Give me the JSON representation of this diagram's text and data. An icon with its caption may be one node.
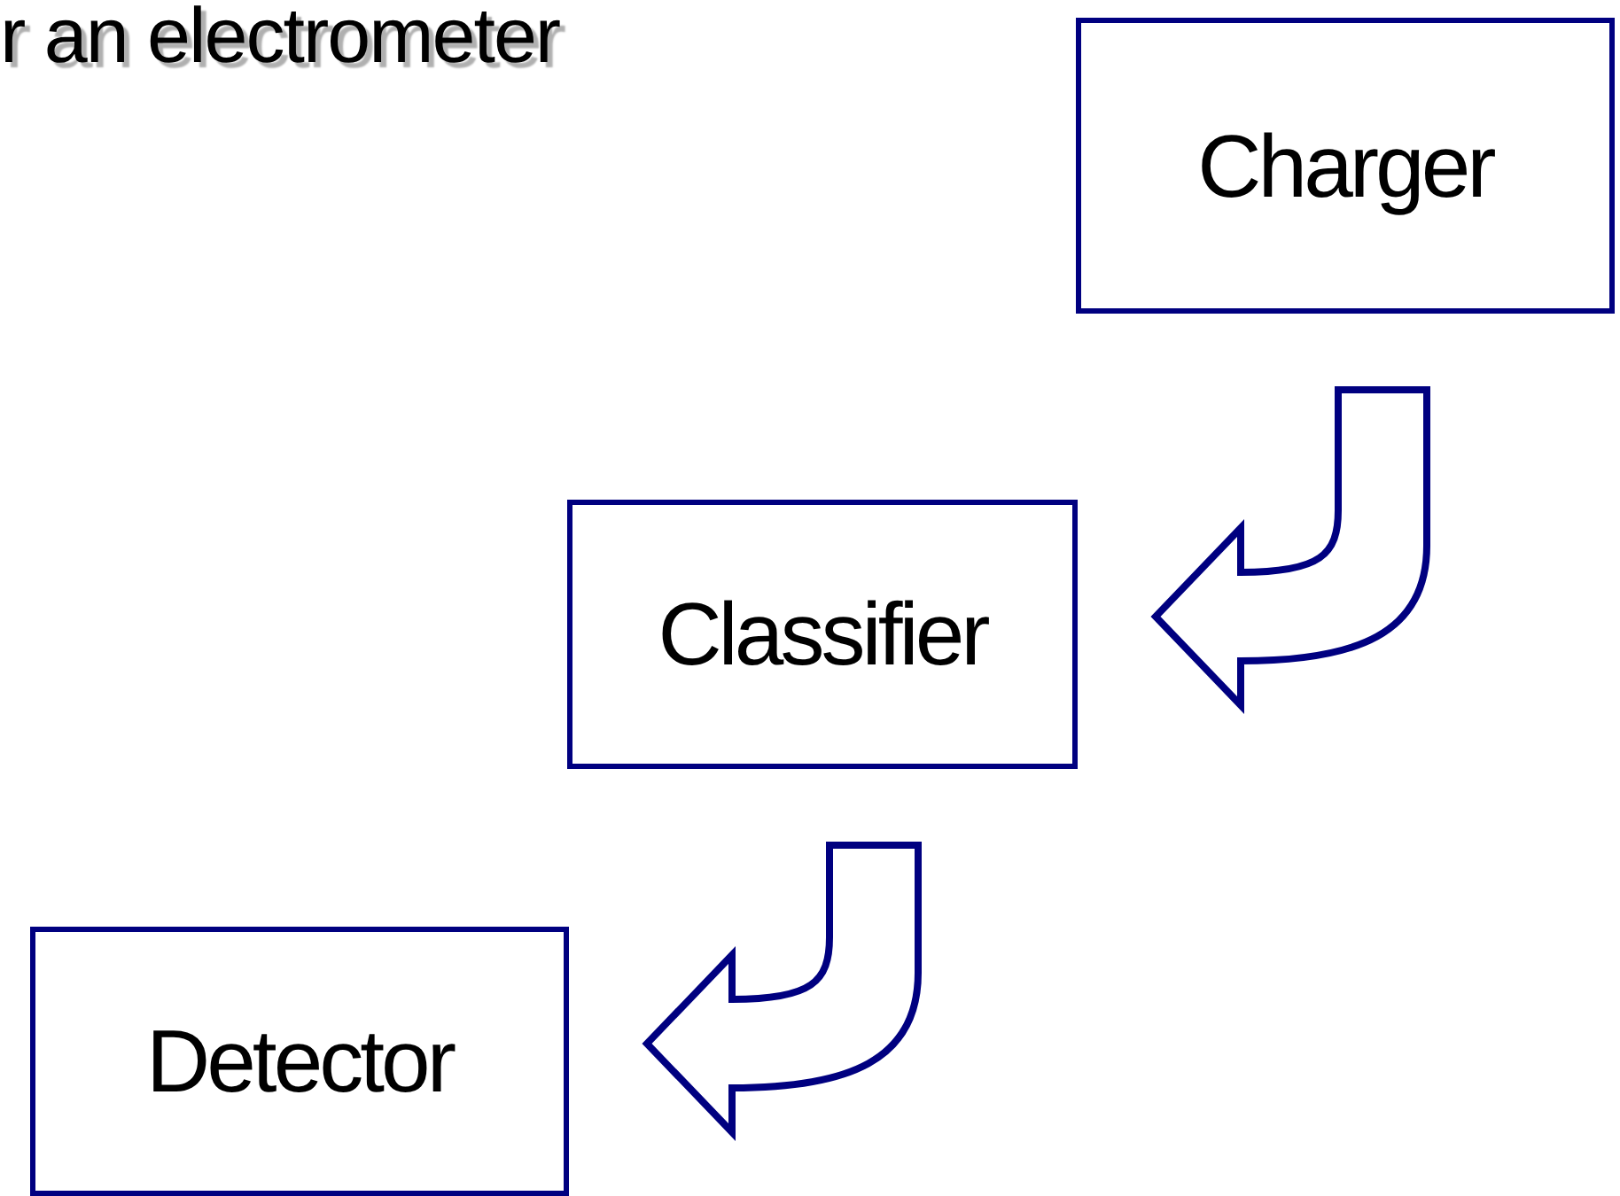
{
  "diagram": {
    "nodes": [
      {
        "text": [
          "Charger"
        ]
      },
      {
        "text": [
          "Classifier"
        ]
      },
      {
        "text": [
          "Detector"
        ]
      }
    ],
    "edges": [
      {
        "from": 0,
        "to": 1,
        "arrow": "to"
      },
      {
        "from": 1,
        "to": 2,
        "arrow": "to"
      }
    ],
    "labels": [
      "r an electrometer"
    ]
  }
}
